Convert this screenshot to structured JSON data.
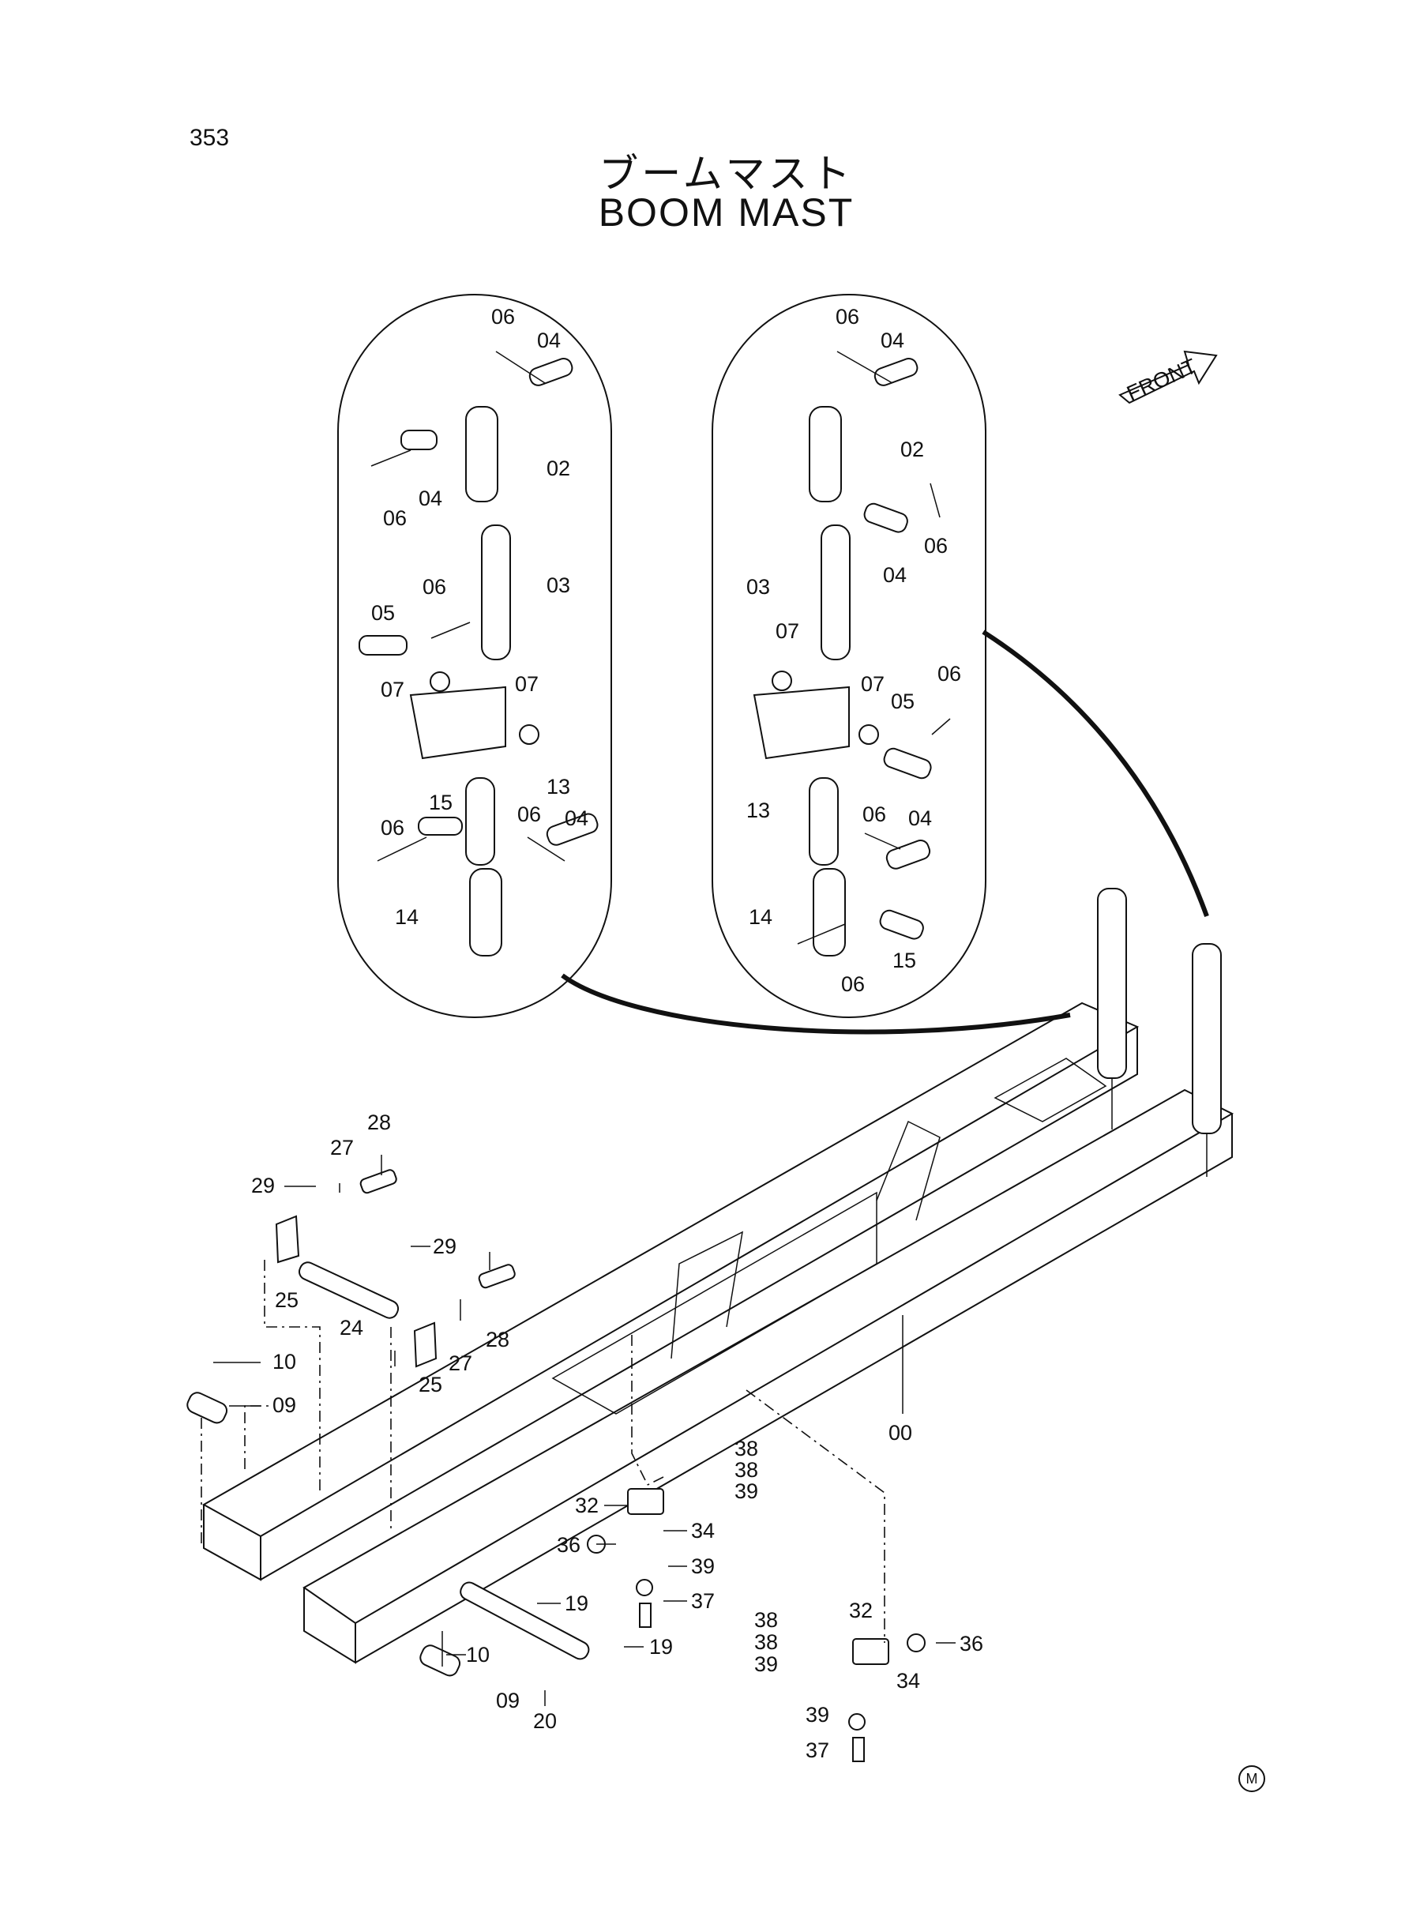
{
  "page": {
    "number": "353",
    "title_jp": "ブームマスト",
    "title_en": "BOOM MAST",
    "corner_mark": "M"
  },
  "front_arrow": {
    "label": "FRONT"
  },
  "detail_left_callouts": [
    {
      "id": "l06a",
      "text": "06"
    },
    {
      "id": "l04a",
      "text": "04"
    },
    {
      "id": "l02",
      "text": "02"
    },
    {
      "id": "l04b",
      "text": "04"
    },
    {
      "id": "l06b",
      "text": "06"
    },
    {
      "id": "l03",
      "text": "03"
    },
    {
      "id": "l06c",
      "text": "06"
    },
    {
      "id": "l05",
      "text": "05"
    },
    {
      "id": "l07a",
      "text": "07"
    },
    {
      "id": "l07b",
      "text": "07"
    },
    {
      "id": "l13",
      "text": "13"
    },
    {
      "id": "l15",
      "text": "15"
    },
    {
      "id": "l06d",
      "text": "06"
    },
    {
      "id": "l06e",
      "text": "06"
    },
    {
      "id": "l04c",
      "text": "04"
    },
    {
      "id": "l14",
      "text": "14"
    }
  ],
  "detail_right_callouts": [
    {
      "id": "r06a",
      "text": "06"
    },
    {
      "id": "r04a",
      "text": "04"
    },
    {
      "id": "r02",
      "text": "02"
    },
    {
      "id": "r04b",
      "text": "04"
    },
    {
      "id": "r06b",
      "text": "06"
    },
    {
      "id": "r03",
      "text": "03"
    },
    {
      "id": "r07a",
      "text": "07"
    },
    {
      "id": "r07b",
      "text": "07"
    },
    {
      "id": "r05",
      "text": "05"
    },
    {
      "id": "r06c",
      "text": "06"
    },
    {
      "id": "r13",
      "text": "13"
    },
    {
      "id": "r06d",
      "text": "06"
    },
    {
      "id": "r04c",
      "text": "04"
    },
    {
      "id": "r14",
      "text": "14"
    },
    {
      "id": "r15",
      "text": "15"
    },
    {
      "id": "r06e",
      "text": "06"
    }
  ],
  "main_callouts": [
    {
      "id": "m28a",
      "text": "28"
    },
    {
      "id": "m27a",
      "text": "27"
    },
    {
      "id": "m29a",
      "text": "29"
    },
    {
      "id": "m29b",
      "text": "29"
    },
    {
      "id": "m25a",
      "text": "25"
    },
    {
      "id": "m24",
      "text": "24"
    },
    {
      "id": "m28b",
      "text": "28"
    },
    {
      "id": "m27b",
      "text": "27"
    },
    {
      "id": "m25b",
      "text": "25"
    },
    {
      "id": "m10a",
      "text": "10"
    },
    {
      "id": "m09a",
      "text": "09"
    },
    {
      "id": "m00",
      "text": "00"
    },
    {
      "id": "m38a",
      "text": "38"
    },
    {
      "id": "m38b",
      "text": "38"
    },
    {
      "id": "m39a",
      "text": "39"
    },
    {
      "id": "m32a",
      "text": "32"
    },
    {
      "id": "m34a",
      "text": "34"
    },
    {
      "id": "m36a",
      "text": "36"
    },
    {
      "id": "m39b",
      "text": "39"
    },
    {
      "id": "m37a",
      "text": "37"
    },
    {
      "id": "m19a",
      "text": "19"
    },
    {
      "id": "m10b",
      "text": "10"
    },
    {
      "id": "m19b",
      "text": "19"
    },
    {
      "id": "m09b",
      "text": "09"
    },
    {
      "id": "m20",
      "text": "20"
    },
    {
      "id": "m38c",
      "text": "38"
    },
    {
      "id": "m32b",
      "text": "32"
    },
    {
      "id": "m38d",
      "text": "38"
    },
    {
      "id": "m36b",
      "text": "36"
    },
    {
      "id": "m39c",
      "text": "39"
    },
    {
      "id": "m34b",
      "text": "34"
    },
    {
      "id": "m39d",
      "text": "39"
    },
    {
      "id": "m37b",
      "text": "37"
    }
  ]
}
